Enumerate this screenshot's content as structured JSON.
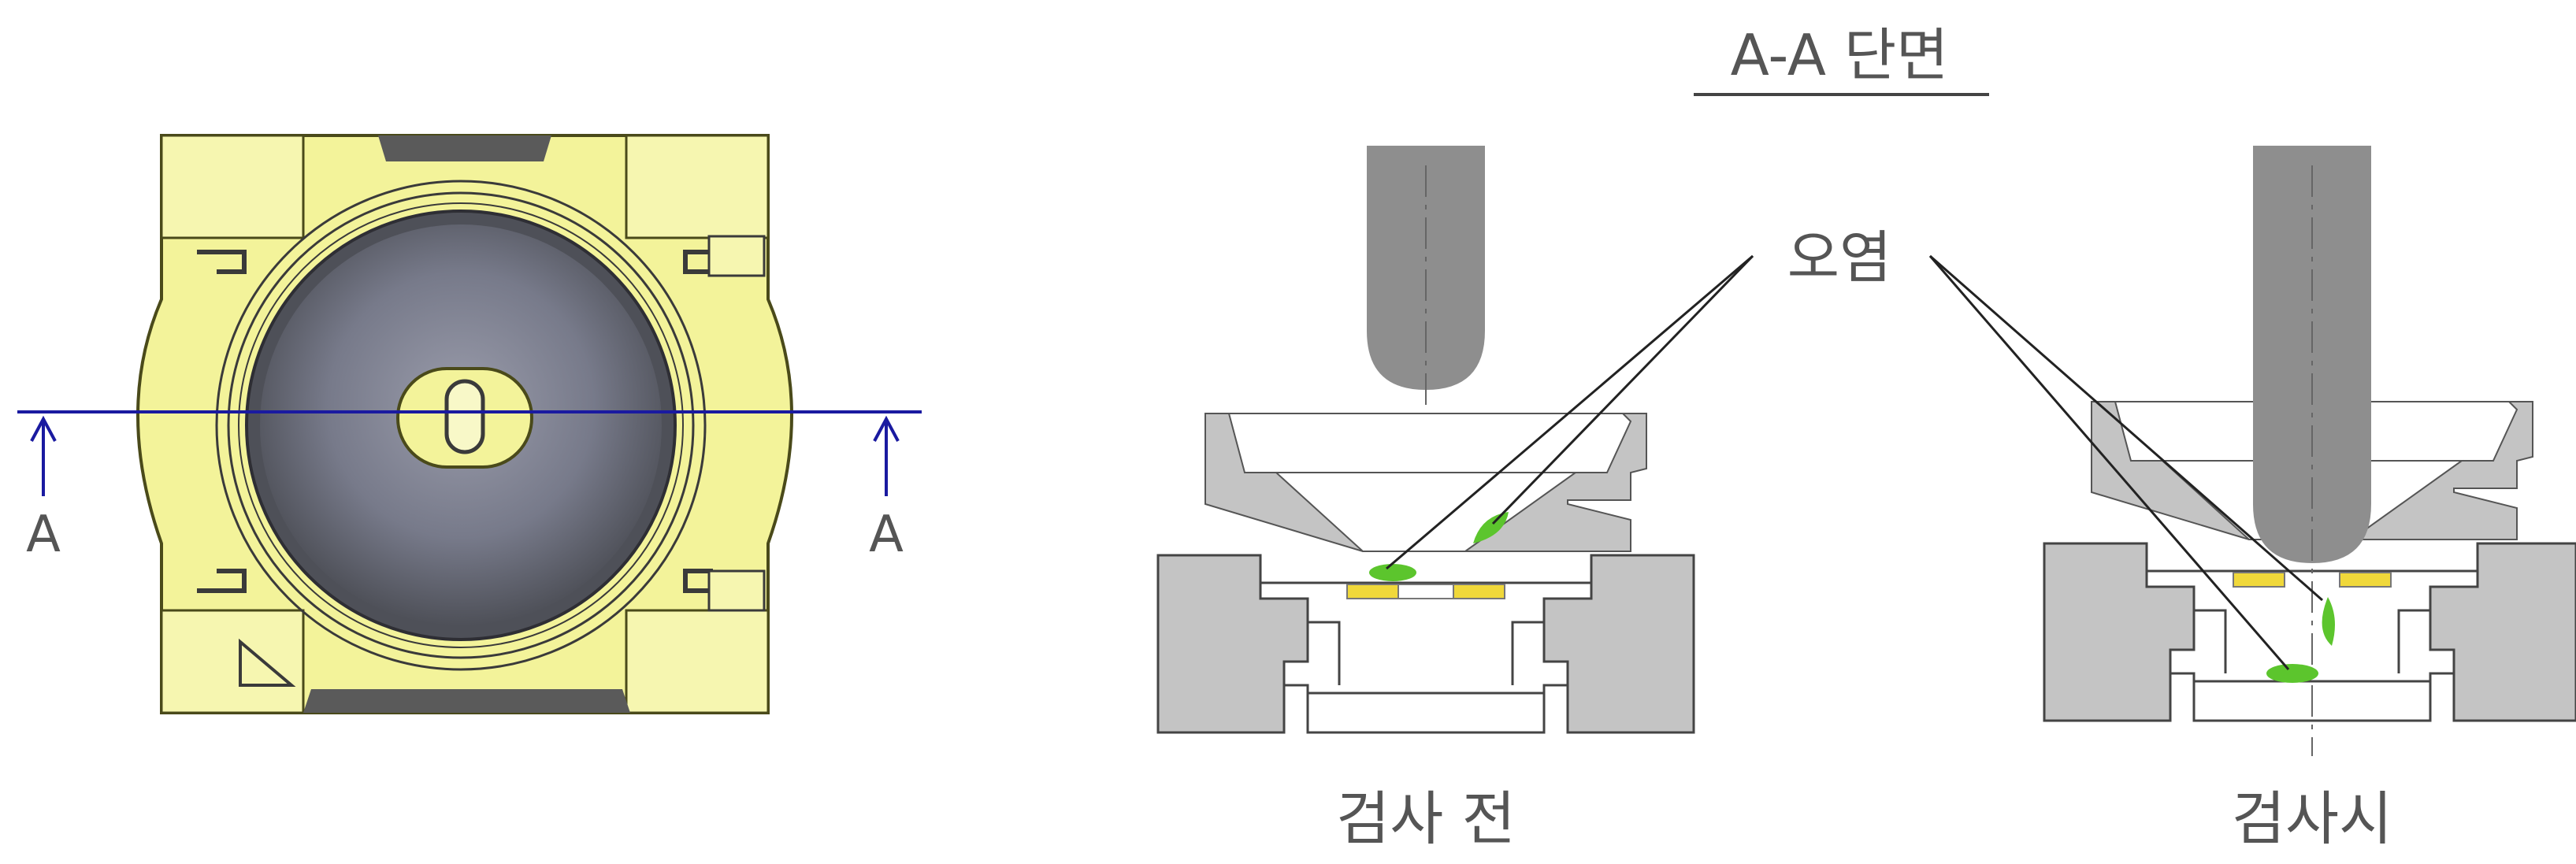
{
  "top_view": {
    "section_letter_left": "A",
    "section_letter_right": "A"
  },
  "section": {
    "title": "A-A 단면",
    "contamination_label": "오염",
    "caption_before": "검사 전",
    "caption_during": "검사시"
  },
  "colors": {
    "body_yellow": "#f3f39a",
    "body_outline": "#4a4a1a",
    "lens_dark": "#56575e",
    "section_line": "#1a1aa0",
    "part_gray": "#c4c4c4",
    "probe_gray": "#8e8e8e",
    "contamination_green": "#5cc52d",
    "pad_yellow": "#f0d83a",
    "line_dark": "#222222"
  }
}
